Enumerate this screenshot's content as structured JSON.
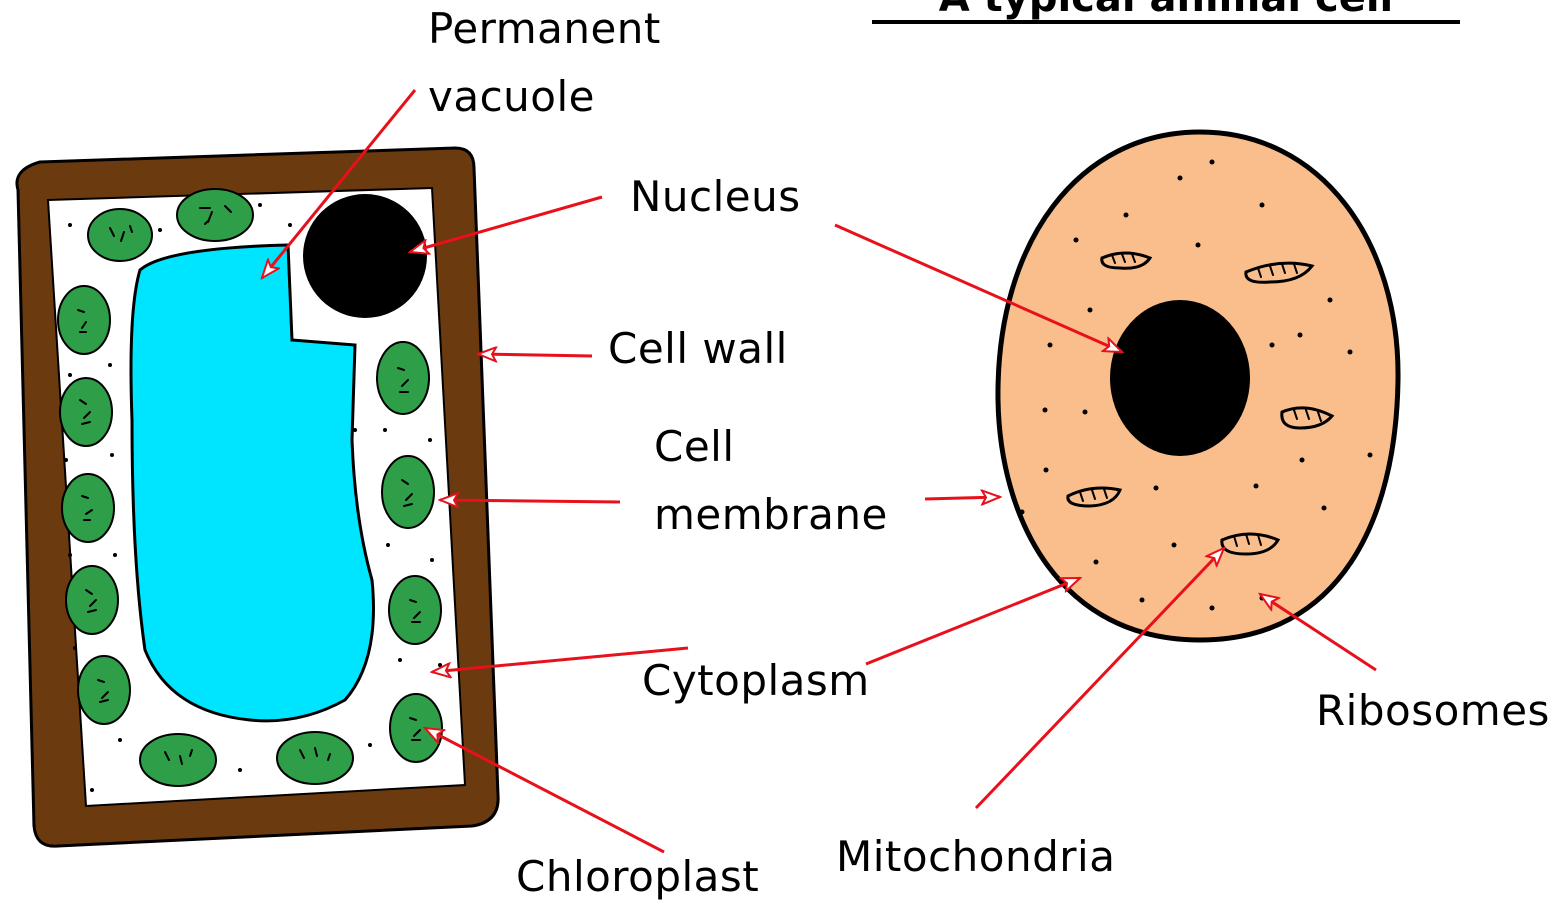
{
  "title": "A typical animal cell",
  "labels": {
    "permanent_vacuole_line1": "Permanent",
    "permanent_vacuole_line2": "vacuole",
    "nucleus": "Nucleus",
    "cell_wall": "Cell wall",
    "cell_membrane_line1": "Cell",
    "cell_membrane_line2": "membrane",
    "cytoplasm": "Cytoplasm",
    "chloroplast": "Chloroplast",
    "mitochondria": "Mitochondria",
    "ribosomes": "Ribosomes"
  },
  "colors": {
    "cell_wall": "#6b3a0f",
    "plant_cytoplasm": "#ffffff",
    "vacuole": "#00e5ff",
    "chloroplast": "#2e9e49",
    "nucleus": "#000000",
    "animal_cytoplasm": "#f9be8c",
    "arrow": "#e8101a"
  }
}
